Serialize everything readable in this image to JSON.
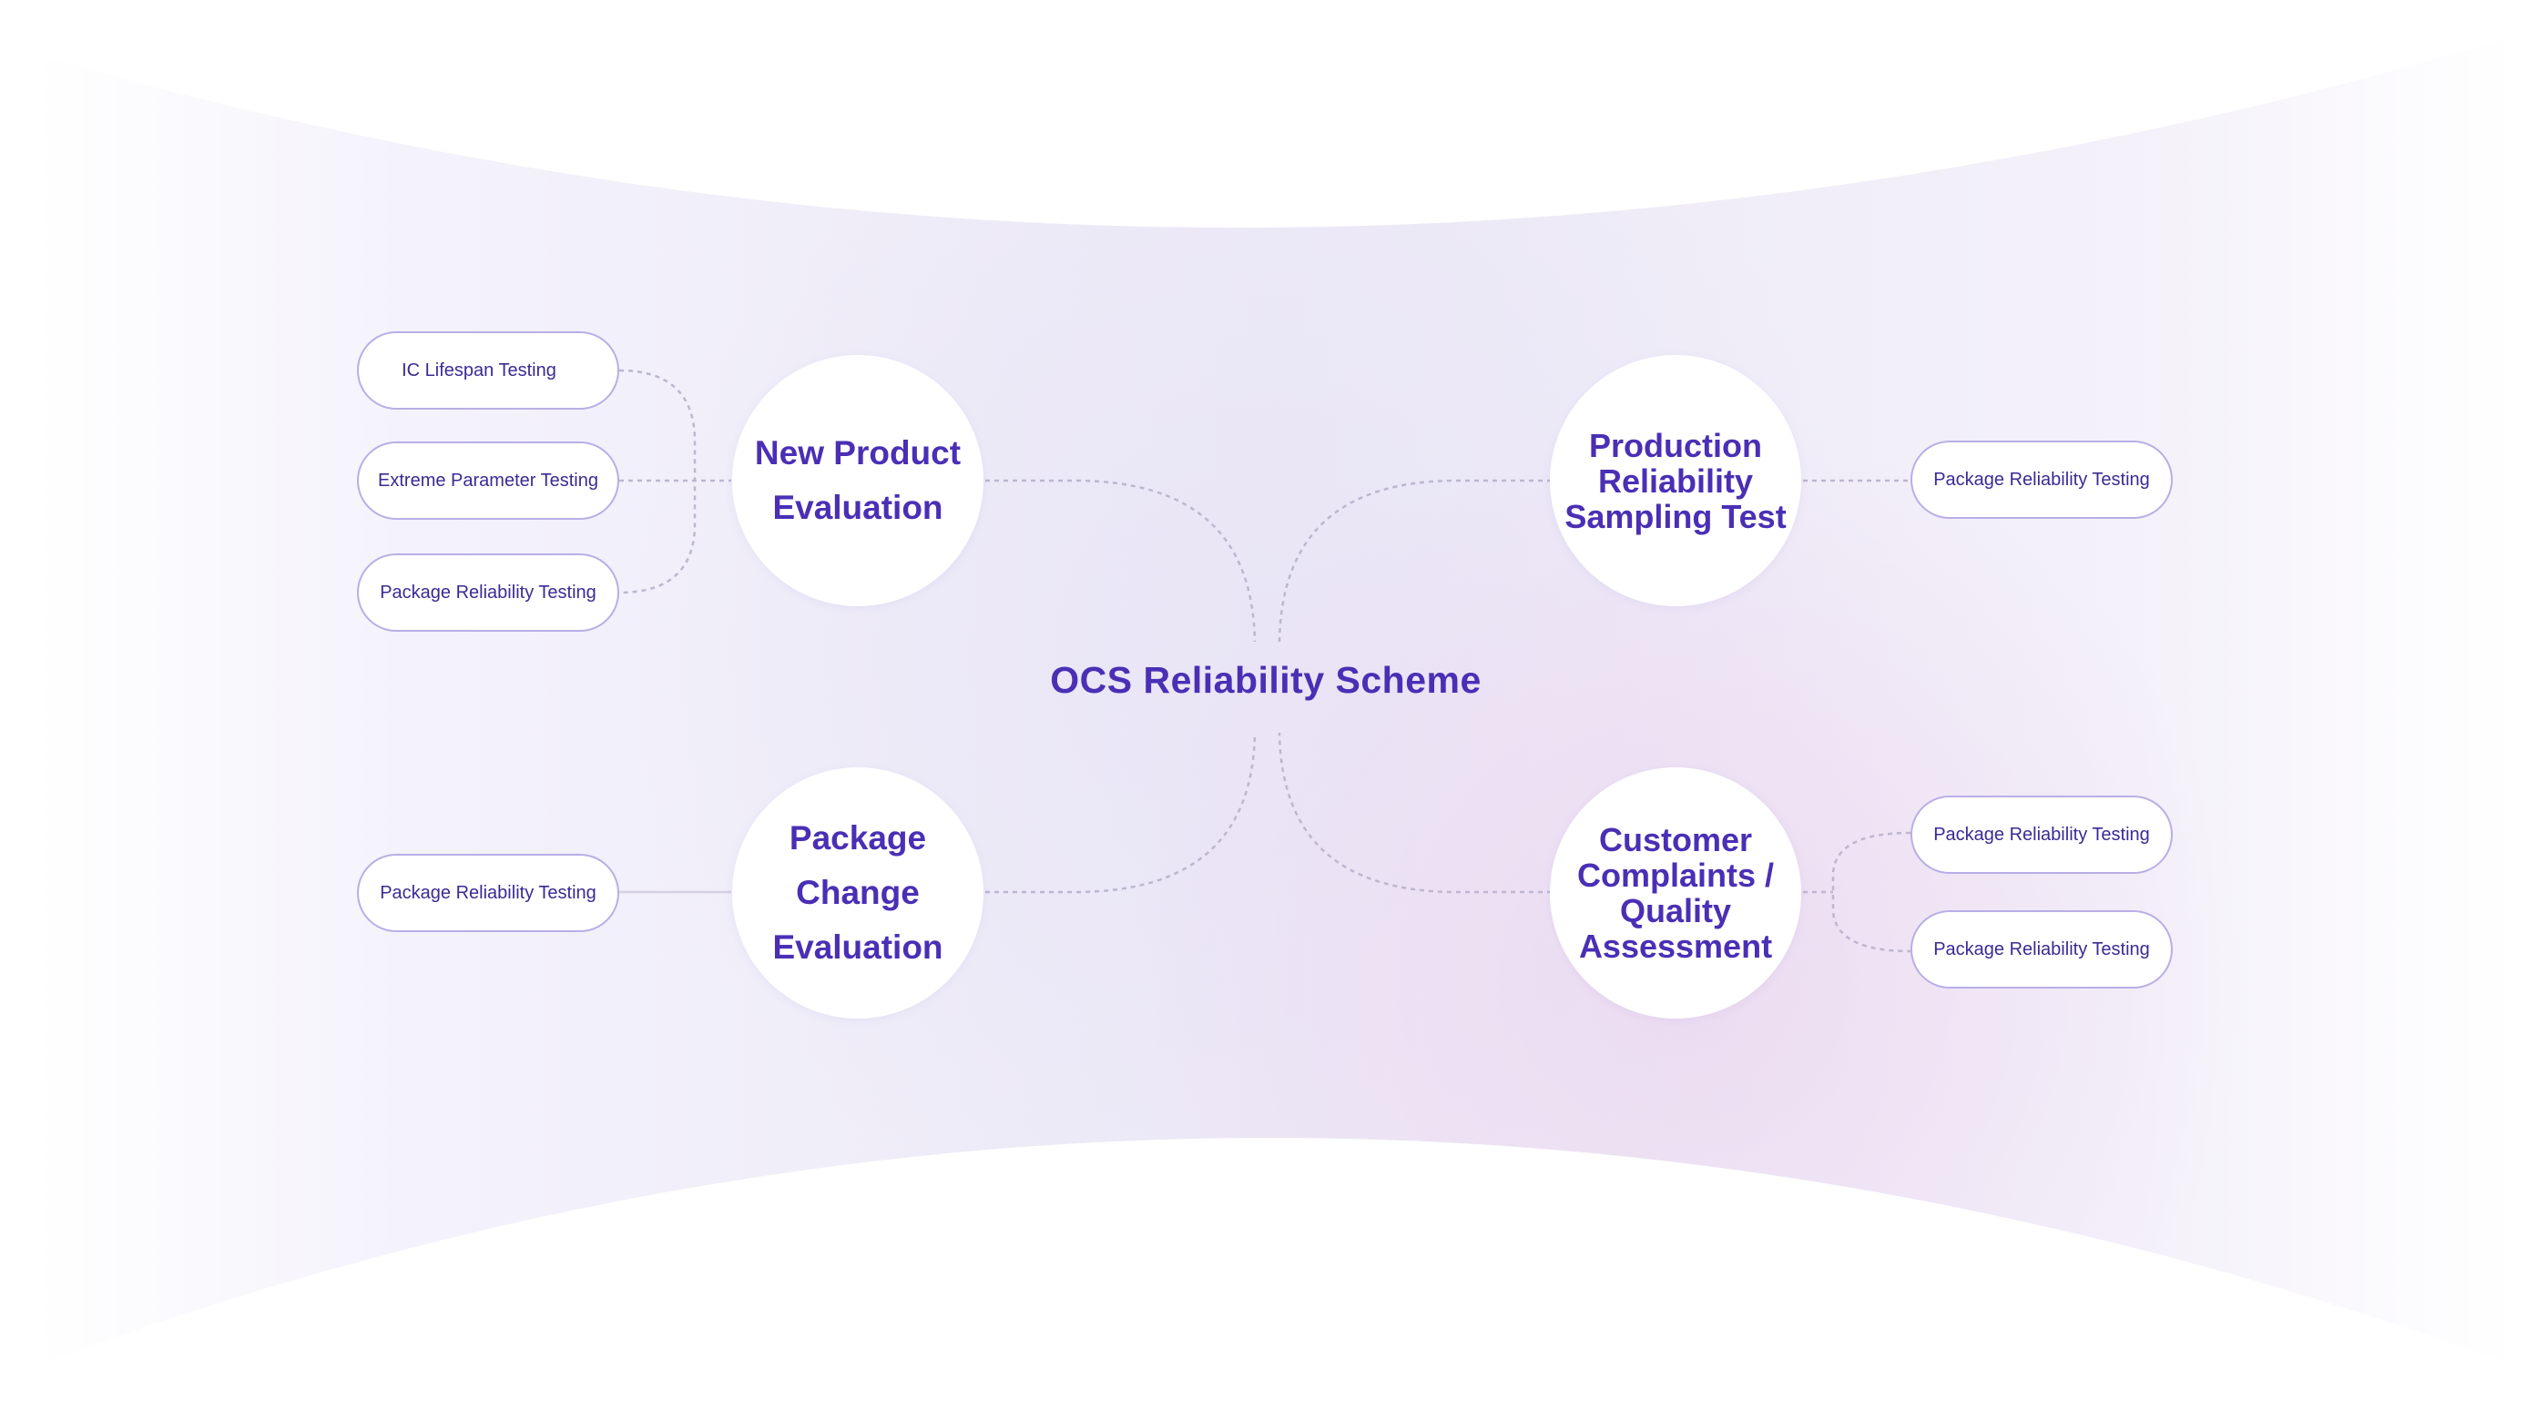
{
  "diagram": {
    "title": "OCS Reliability Scheme",
    "colors": {
      "accent": "#4a2fb5",
      "pill_border": "#b9aee6",
      "pill_text": "#3b2a93",
      "connector": "#bdb6cf",
      "band_tint": "#ece9f7",
      "band_pink": "#ecd9f0"
    },
    "branches": [
      {
        "label_lines": [
          "New Product",
          "Evaluation"
        ],
        "items": [
          "IC Lifespan Testing",
          "Extreme Parameter Testing",
          "Package Reliability Testing"
        ]
      },
      {
        "label_lines": [
          "Production",
          "Reliability",
          "Sampling Test"
        ],
        "items": [
          "Package Reliability Testing"
        ]
      },
      {
        "label_lines": [
          "Package Change",
          "Evaluation"
        ],
        "items": [
          "Package Reliability Testing"
        ]
      },
      {
        "label_lines": [
          "Customer",
          "Complaints /",
          "Quality",
          "Assessment"
        ],
        "items": [
          "Package Reliability Testing",
          "Package Reliability Testing"
        ]
      }
    ]
  }
}
